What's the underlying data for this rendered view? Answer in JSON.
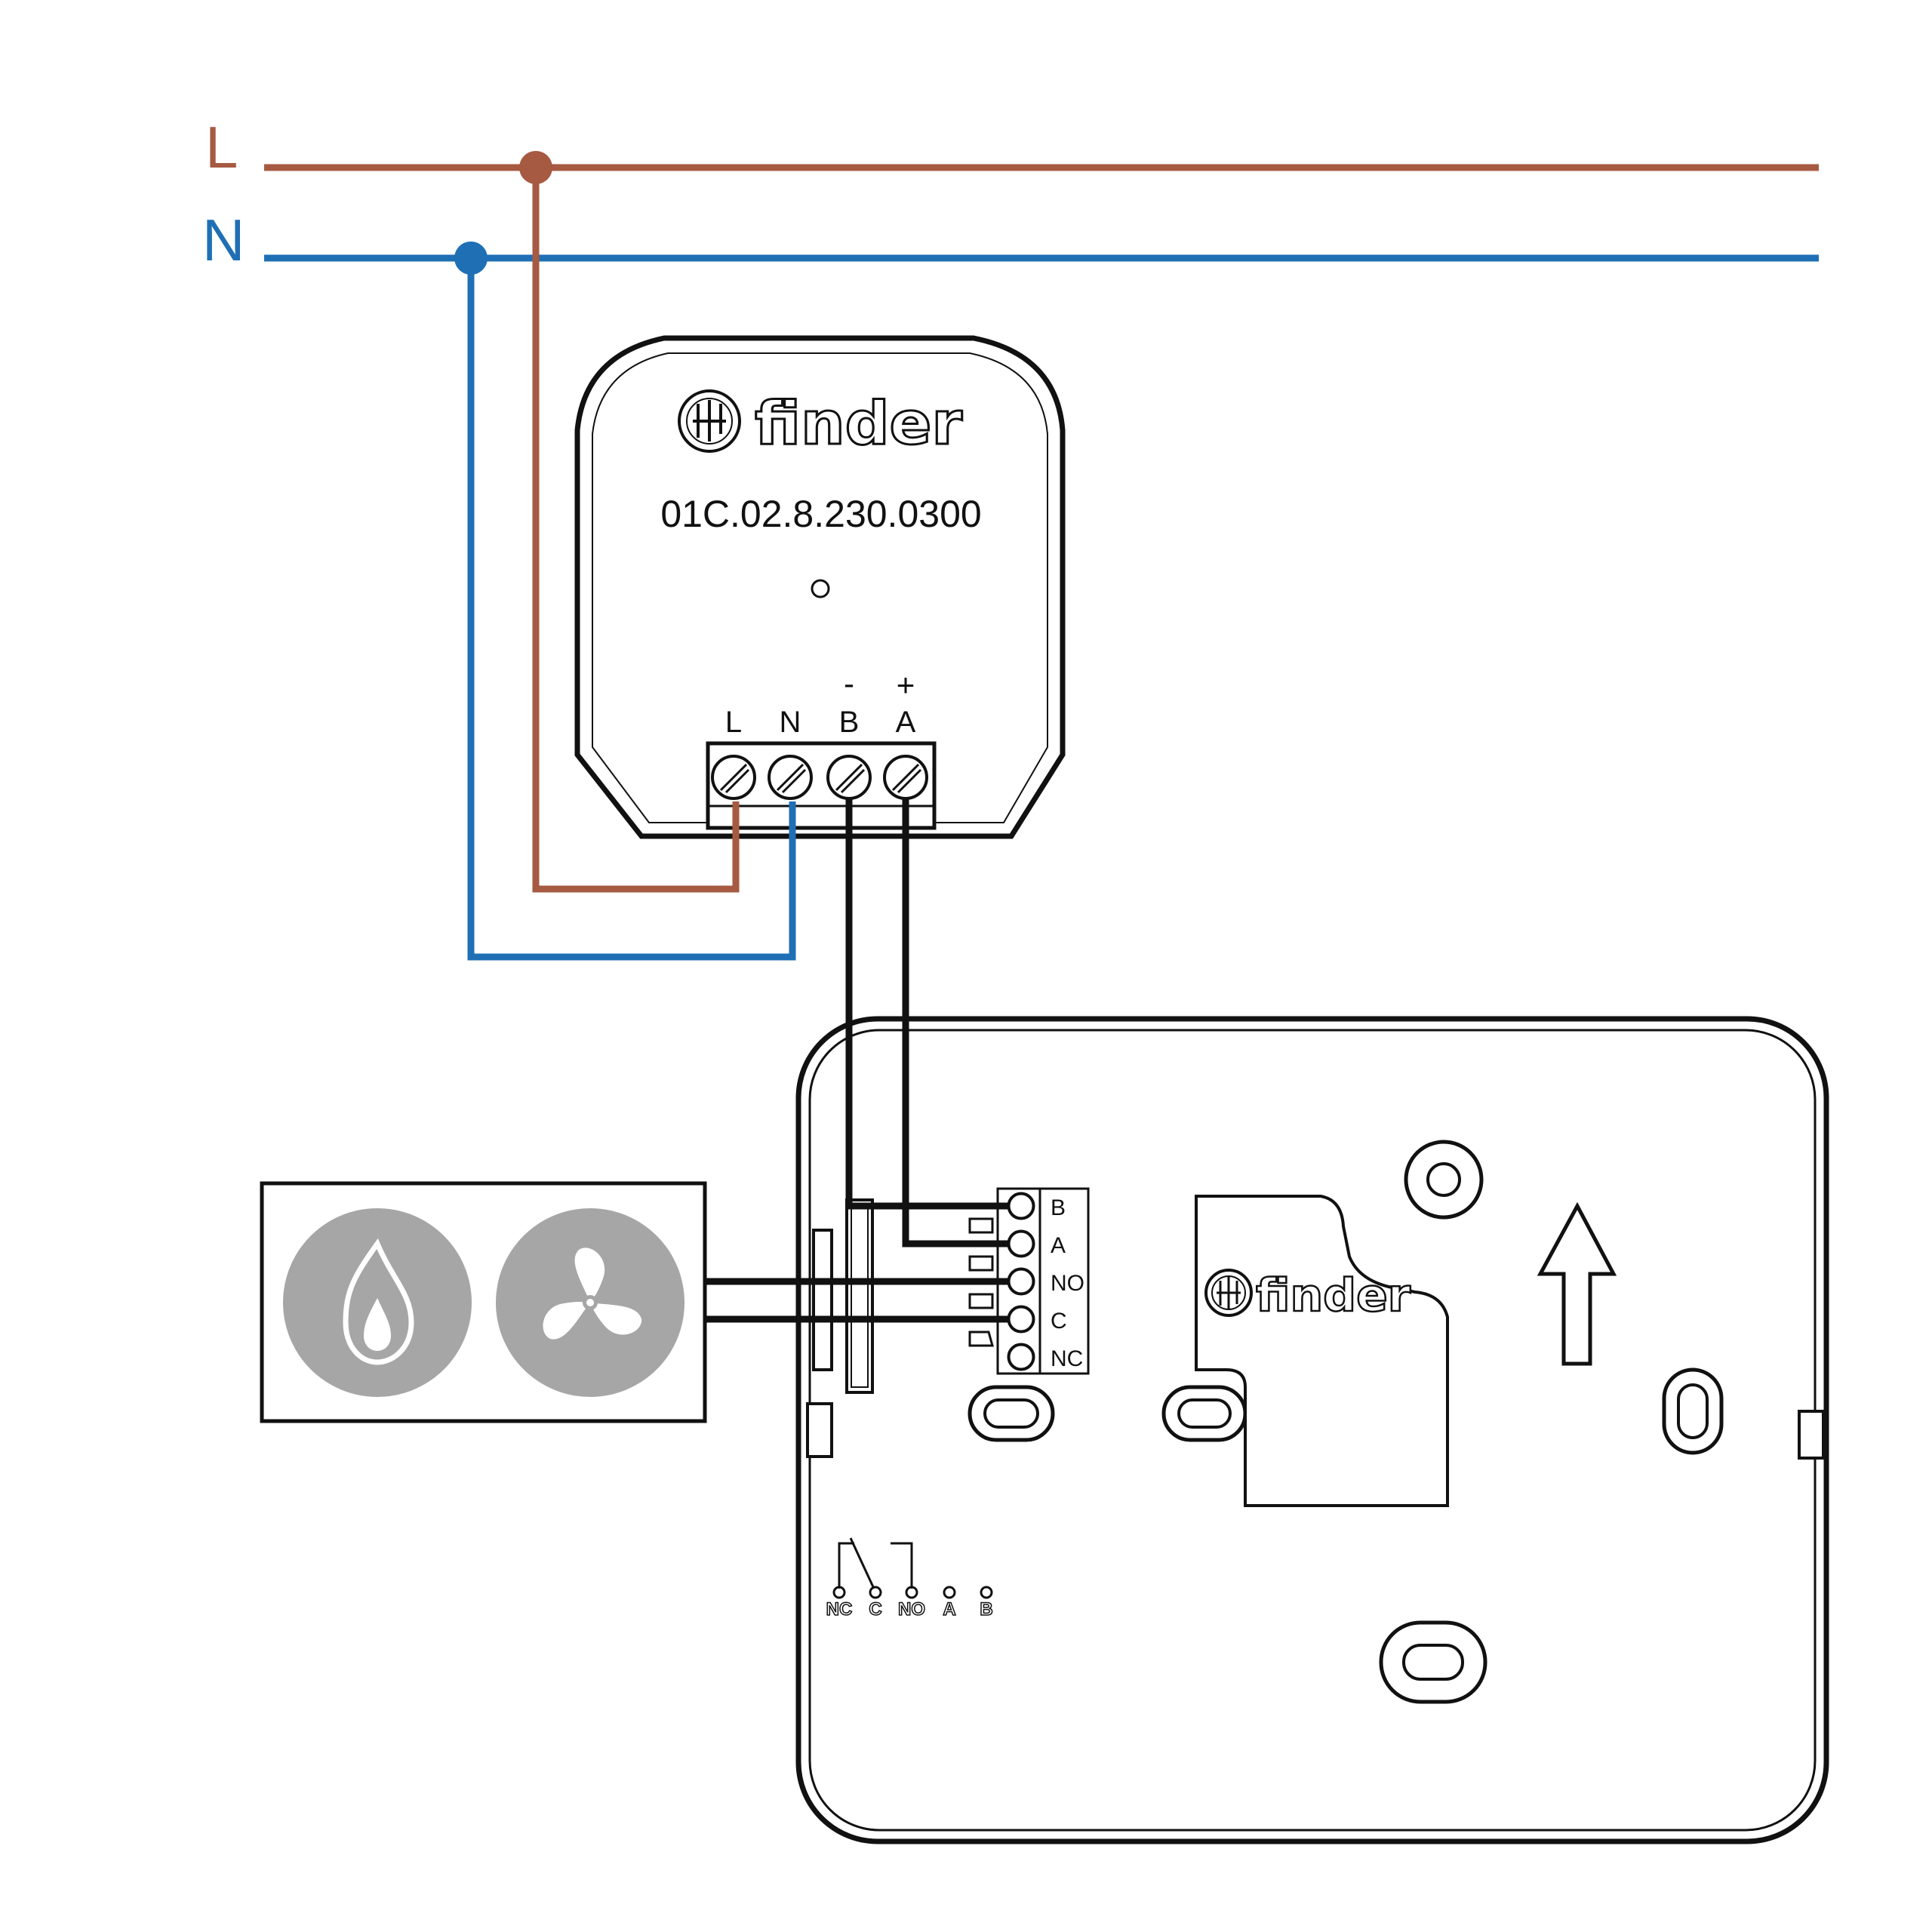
{
  "colors": {
    "line": "#a65a41",
    "neutral": "#1f6fb5",
    "bus": "#111111",
    "outline": "#111111",
    "icon_bg": "#a6a6a6",
    "icon_fg": "#ffffff"
  },
  "supply": {
    "line_label": "L",
    "neutral_label": "N"
  },
  "module": {
    "brand": "finder",
    "model": "01C.02.8.230.0300",
    "terminals": [
      "L",
      "N",
      "B",
      "A"
    ],
    "polarity_b": "-",
    "polarity_a": "+"
  },
  "thermostat_base": {
    "brand": "finder",
    "terminals": [
      "B",
      "A",
      "NO",
      "C",
      "NC"
    ],
    "legend": [
      "NC",
      "C",
      "NO",
      "A",
      "B"
    ]
  },
  "load": {
    "icons": [
      "flame-icon",
      "fan-icon"
    ]
  }
}
